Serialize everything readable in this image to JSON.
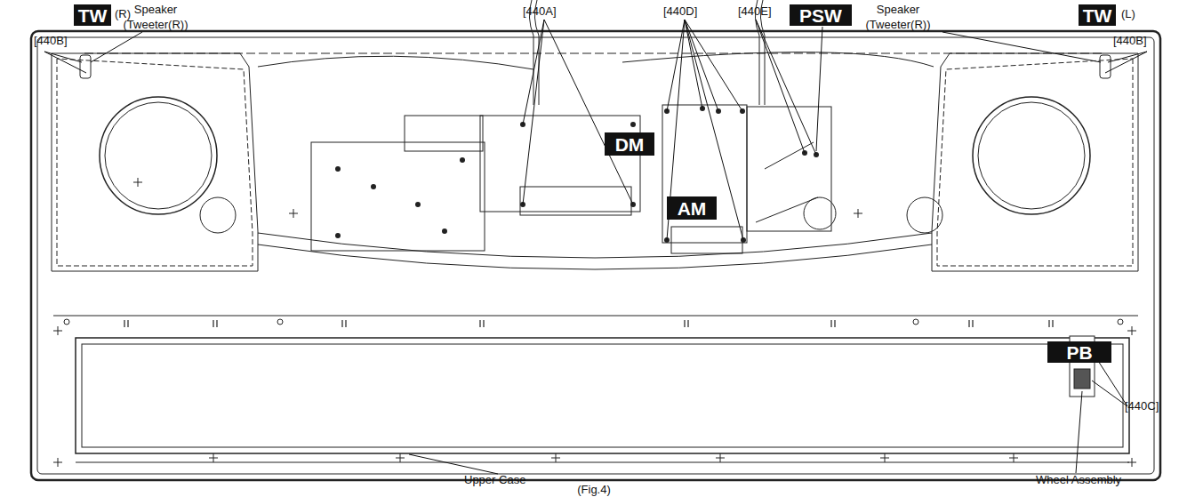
{
  "diagram": {
    "caption": "(Fig.4)",
    "nodes": [
      {
        "text": [
          "TW"
        ]
      },
      {
        "text": [
          "PSW"
        ]
      },
      {
        "text": [
          "TW"
        ]
      },
      {
        "text": [
          "DM"
        ]
      },
      {
        "text": [
          "AM"
        ]
      },
      {
        "text": [
          "PB"
        ]
      }
    ],
    "labels": [
      "(R)",
      "Speaker (Tweeter(R))",
      "[440B]",
      "[440A]",
      "[440D]",
      "[440E]",
      "Speaker (Tweeter(R))",
      "(L)",
      "[440B]",
      "[440C]",
      "Wheel Assembly",
      "Upper Case"
    ]
  }
}
